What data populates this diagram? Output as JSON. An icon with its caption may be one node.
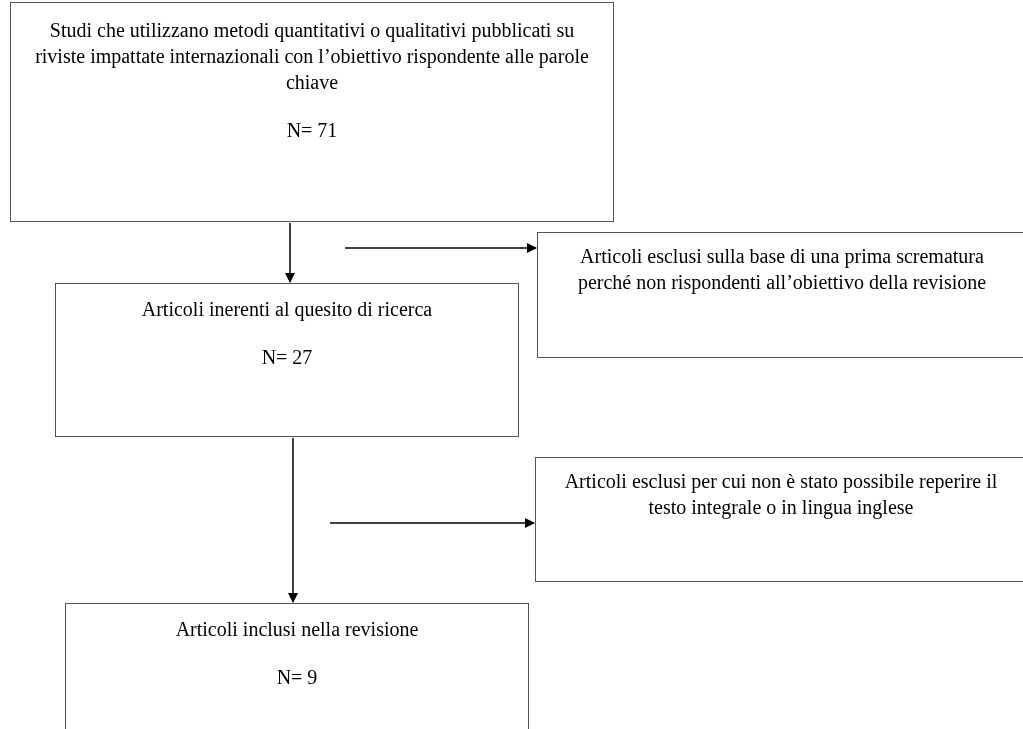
{
  "diagram": {
    "nodes": [
      {
        "text": [
          "Studi che utilizzano metodi quantitativi o qualitativi pubblicati su riviste impattate internazionali con l’obiettivo rispondente alle parole chiave",
          "N= 71"
        ]
      },
      {
        "text": [
          "Articoli inerenti al quesito di ricerca",
          "N= 27"
        ]
      },
      {
        "text": [
          "Articoli esclusi sulla base di una prima scrematura perché non rispondenti all’obiettivo della revisione"
        ]
      },
      {
        "text": [
          "Articoli esclusi per cui non è stato possibile reperire il testo integrale o in lingua inglese"
        ]
      },
      {
        "text": [
          "Articoli inclusi nella revisione",
          "N= 9"
        ]
      }
    ],
    "edges": [
      {
        "from": 0,
        "to": 1,
        "arrow": "to"
      },
      {
        "from": null,
        "to": 2,
        "arrow": "to"
      },
      {
        "from": 1,
        "to": 4,
        "arrow": "to"
      },
      {
        "from": null,
        "to": 3,
        "arrow": "to"
      }
    ]
  }
}
